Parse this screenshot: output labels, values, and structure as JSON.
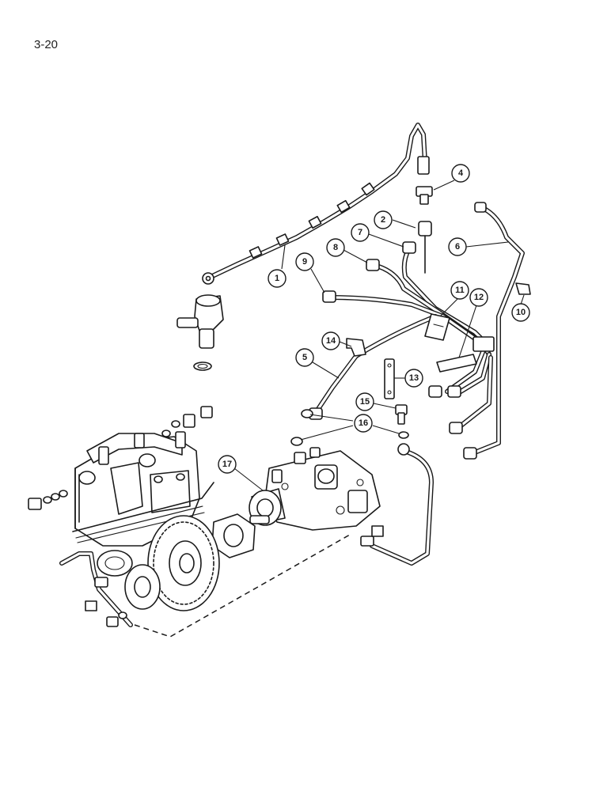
{
  "page": {
    "number": "3-20"
  },
  "callouts": [
    {
      "id": "c1",
      "label": "1"
    },
    {
      "id": "c2",
      "label": "2"
    },
    {
      "id": "c4",
      "label": "4"
    },
    {
      "id": "c5",
      "label": "5"
    },
    {
      "id": "c6",
      "label": "6"
    },
    {
      "id": "c7",
      "label": "7"
    },
    {
      "id": "c8",
      "label": "8"
    },
    {
      "id": "c9",
      "label": "9"
    },
    {
      "id": "c10",
      "label": "10"
    },
    {
      "id": "c11",
      "label": "11"
    },
    {
      "id": "c12",
      "label": "12"
    },
    {
      "id": "c13",
      "label": "13"
    },
    {
      "id": "c14",
      "label": "14"
    },
    {
      "id": "c15",
      "label": "15"
    },
    {
      "id": "c16",
      "label": "16"
    },
    {
      "id": "c17",
      "label": "17"
    }
  ]
}
